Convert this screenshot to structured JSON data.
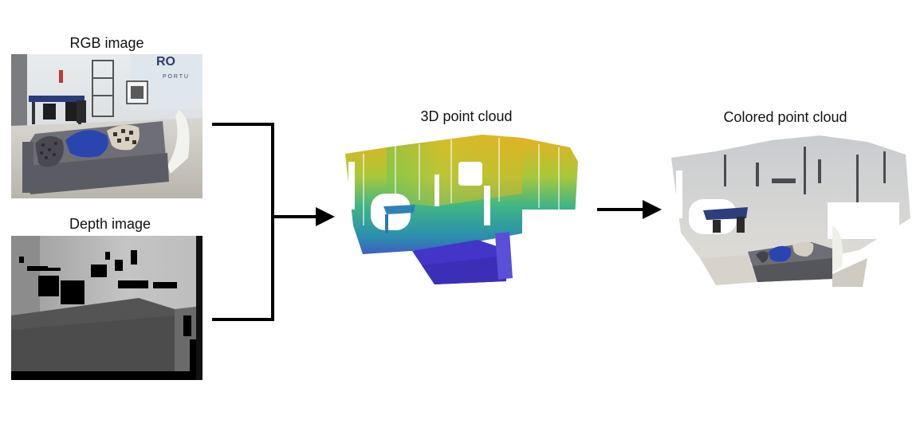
{
  "labels": {
    "rgb": "RGB image",
    "depth": "Depth image",
    "point_cloud": "3D point cloud",
    "colored_point_cloud": "Colored point cloud"
  },
  "colors": {
    "arrow": "#000000",
    "viridis_low": "#4433cc",
    "viridis_mid": "#22aa88",
    "viridis_high": "#e8b020",
    "sofa_gray": "#6f7078",
    "pillow_blue": "#2a45b0"
  }
}
